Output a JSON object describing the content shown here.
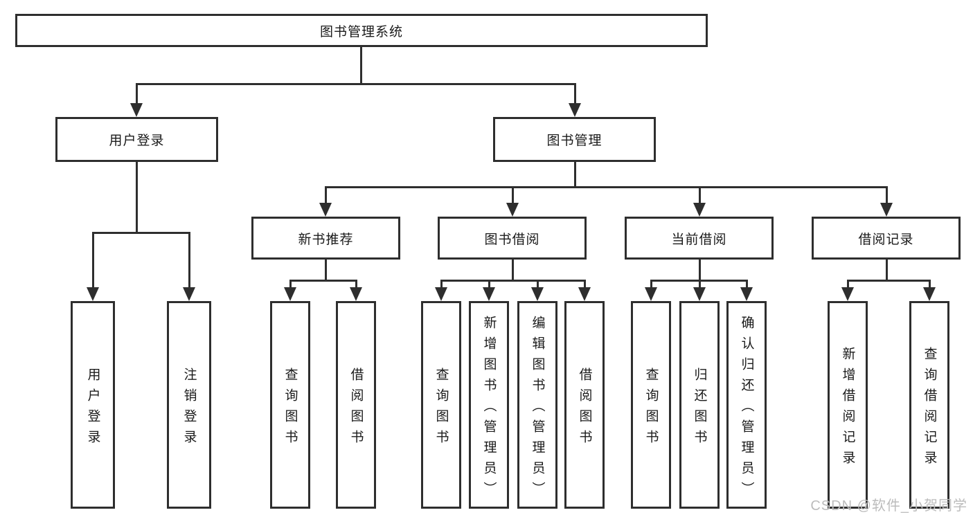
{
  "diagram_type": "functional-structure-tree",
  "colors": {
    "line": "#2e2e2e",
    "box_border": "#2e2e2e",
    "box_fill": "#ffffff",
    "text": "#1a1a1a",
    "watermark": "#bcbcbc"
  },
  "tree": {
    "label": "图书管理系统",
    "children": [
      {
        "label": "用户登录",
        "children": [
          {
            "label": "用户登录"
          },
          {
            "label": "注销登录"
          }
        ]
      },
      {
        "label": "图书管理",
        "children": [
          {
            "label": "新书推荐",
            "children": [
              {
                "label": "查询图书"
              },
              {
                "label": "借阅图书"
              }
            ]
          },
          {
            "label": "图书借阅",
            "children": [
              {
                "label": "查询图书"
              },
              {
                "label": "新增图书（管理员）"
              },
              {
                "label": "编辑图书（管理员）"
              },
              {
                "label": "借阅图书"
              }
            ]
          },
          {
            "label": "当前借阅",
            "children": [
              {
                "label": "查询图书"
              },
              {
                "label": "归还图书"
              },
              {
                "label": "确认归还（管理员）"
              }
            ]
          },
          {
            "label": "借阅记录",
            "children": [
              {
                "label": "新增借阅记录"
              },
              {
                "label": "查询借阅记录"
              }
            ]
          }
        ]
      }
    ]
  },
  "watermark": {
    "text": "CSDN @软件_小贺同学"
  }
}
